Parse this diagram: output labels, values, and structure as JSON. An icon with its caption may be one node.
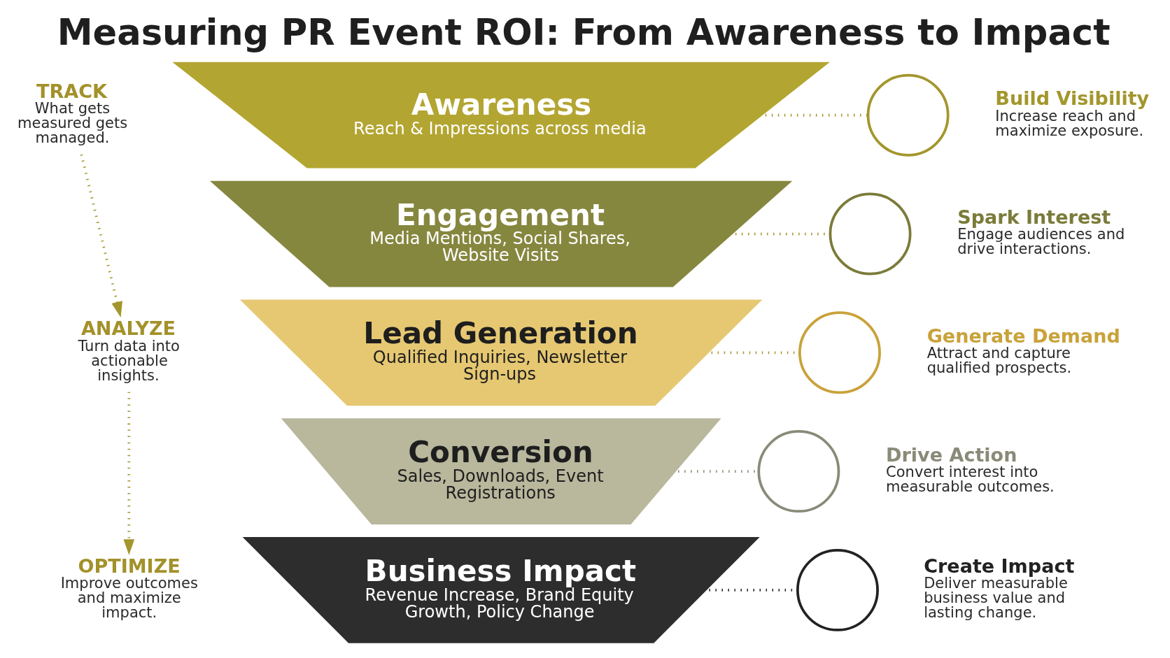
{
  "diagram": {
    "title": "Measuring PR Event ROI: From Awareness to Impact",
    "nodes": [
      {
        "text": [
          "TRACK",
          "What gets measured gets managed."
        ]
      },
      {
        "text": [
          "ANALYZE",
          "Turn data into actionable insights."
        ]
      },
      {
        "text": [
          "OPTIMIZE",
          "Improve outcomes and maximize impact."
        ]
      },
      {
        "text": [
          "Awareness",
          "Reach & Impressions across media"
        ]
      },
      {
        "text": [
          "Engagement",
          "Media Mentions, Social Shares, Website Visits"
        ]
      },
      {
        "text": [
          "Lead Generation",
          "Qualified Inquiries, Newsletter Sign-ups"
        ]
      },
      {
        "text": [
          "Conversion",
          "Sales, Downloads, Event Registrations"
        ]
      },
      {
        "text": [
          "Business Impact",
          "Revenue Increase, Brand Equity Growth, Policy Change"
        ]
      },
      {
        "text": [],
        "shape": "circle",
        "beside": [
          "Build Visibility",
          "Increase reach and maximize exposure."
        ]
      },
      {
        "text": [],
        "shape": "circle",
        "beside": [
          "Spark Interest",
          "Engage audiences and drive interactions."
        ]
      },
      {
        "text": [],
        "shape": "circle",
        "beside": [
          "Generate Demand",
          "Attract and capture qualified prospects."
        ]
      },
      {
        "text": [],
        "shape": "circle",
        "beside": [
          "Drive Action",
          "Convert interest into measurable outcomes."
        ]
      },
      {
        "text": [],
        "shape": "circle",
        "beside": [
          "Create Impact",
          "Deliver measurable business value and lasting change."
        ]
      }
    ],
    "edges": [
      {
        "from": 0,
        "to": 1,
        "arrow": "to",
        "style": "dashed"
      },
      {
        "from": 1,
        "to": 2,
        "arrow": "to",
        "style": "dashed"
      },
      {
        "from": 3,
        "to": 8,
        "arrow": "none",
        "style": "dashed"
      },
      {
        "from": 4,
        "to": 9,
        "arrow": "none",
        "style": "dashed"
      },
      {
        "from": 5,
        "to": 10,
        "arrow": "none",
        "style": "dashed"
      },
      {
        "from": 6,
        "to": 11,
        "arrow": "none",
        "style": "dashed",
        "color": "#8a8a78"
      },
      {
        "from": 7,
        "to": 12,
        "arrow": "none",
        "style": "dashed",
        "color": "#222222"
      }
    ]
  }
}
